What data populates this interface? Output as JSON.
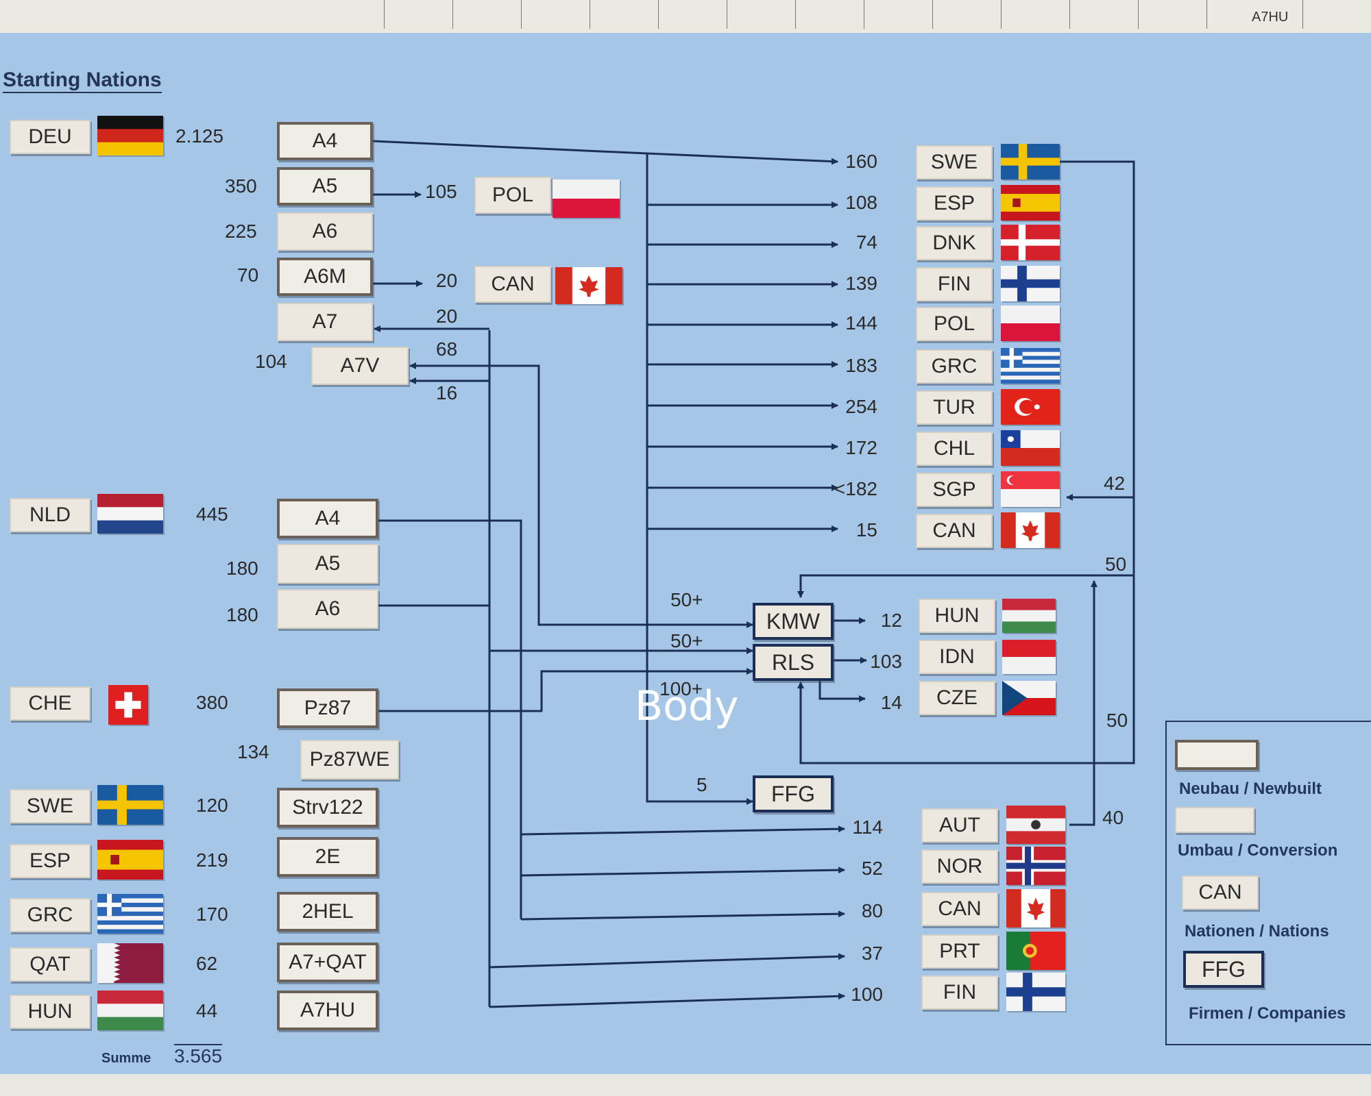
{
  "header": {
    "title": "Starting Nations",
    "corner_label": "A7HU"
  },
  "starting_nations": [
    {
      "code": "DEU",
      "flag": "de",
      "qty": "2.125",
      "models": [
        "A4",
        "A5",
        "A6",
        "A6M",
        "A7",
        "A7V"
      ],
      "steps": [
        "350",
        "225",
        "70",
        "104"
      ]
    },
    {
      "code": "NLD",
      "flag": "nl",
      "qty": "445",
      "models": [
        "A4",
        "A5",
        "A6"
      ],
      "steps": [
        "180",
        "180"
      ]
    },
    {
      "code": "CHE",
      "flag": "ch",
      "qty": "380",
      "models": [
        "Pz87",
        "Pz87WE"
      ],
      "steps": [
        "134"
      ]
    },
    {
      "code": "SWE",
      "flag": "se",
      "qty": "120",
      "models": [
        "Strv122"
      ]
    },
    {
      "code": "ESP",
      "flag": "es",
      "qty": "219",
      "models": [
        "2E"
      ]
    },
    {
      "code": "GRC",
      "flag": "gr",
      "qty": "170",
      "models": [
        "2HEL"
      ]
    },
    {
      "code": "QAT",
      "flag": "qa",
      "qty": "62",
      "models": [
        "A7+QAT"
      ]
    },
    {
      "code": "HUN",
      "flag": "hu",
      "qty": "44",
      "models": [
        "A7HU"
      ]
    }
  ],
  "summe": {
    "label": "Summe",
    "value": "3.565"
  },
  "early_recipients": [
    {
      "qty": "105",
      "code": "POL",
      "flag": "pl"
    },
    {
      "qty": "20",
      "code": "CAN",
      "flag": "ca"
    }
  ],
  "back_flows": [
    "20",
    "68",
    "16"
  ],
  "recipients_top": [
    {
      "qty": "160",
      "code": "SWE",
      "flag": "se"
    },
    {
      "qty": "108",
      "code": "ESP",
      "flag": "es"
    },
    {
      "qty": "74",
      "code": "DNK",
      "flag": "dk"
    },
    {
      "qty": "139",
      "code": "FIN",
      "flag": "fi"
    },
    {
      "qty": "144",
      "code": "POL",
      "flag": "pl"
    },
    {
      "qty": "183",
      "code": "GRC",
      "flag": "gr"
    },
    {
      "qty": "254",
      "code": "TUR",
      "flag": "tr"
    },
    {
      "qty": "172",
      "code": "CHL",
      "flag": "cl"
    },
    {
      "qty": "<182",
      "code": "SGP",
      "flag": "sg"
    },
    {
      "qty": "15",
      "code": "CAN",
      "flag": "ca"
    }
  ],
  "companies": [
    {
      "code": "KMW",
      "in": "50+"
    },
    {
      "code": "RLS",
      "in": "50+"
    },
    {
      "code": "FFG",
      "in": "5"
    }
  ],
  "rls_in_extra": "100+",
  "company_recipients": [
    {
      "qty": "12",
      "code": "HUN",
      "flag": "hu"
    },
    {
      "qty": "103",
      "code": "IDN",
      "flag": "id"
    },
    {
      "qty": "14",
      "code": "CZE",
      "flag": "cz"
    }
  ],
  "recipients_bottom": [
    {
      "qty": "114",
      "code": "AUT",
      "flag": "at"
    },
    {
      "qty": "52",
      "code": "NOR",
      "flag": "no"
    },
    {
      "qty": "80",
      "code": "CAN",
      "flag": "ca"
    },
    {
      "qty": "37",
      "code": "PRT",
      "flag": "pt"
    },
    {
      "qty": "100",
      "code": "FIN",
      "flag": "fi"
    }
  ],
  "side_flows": {
    "to_sgp": "42",
    "to_kmw": "50",
    "to_rls": "50",
    "from_aut": "40"
  },
  "legend": {
    "newbuilt": "Neubau / Newbuilt",
    "conversion": "Umbau / Conversion",
    "nation_sample": "CAN",
    "nations": "Nationen / Nations",
    "company_sample": "FFG",
    "companies": "Firmen / Companies"
  },
  "watermark": "Body",
  "colors": {
    "background": "#a5c6e6",
    "line": "#1b2f55",
    "box": "#ece8df"
  }
}
